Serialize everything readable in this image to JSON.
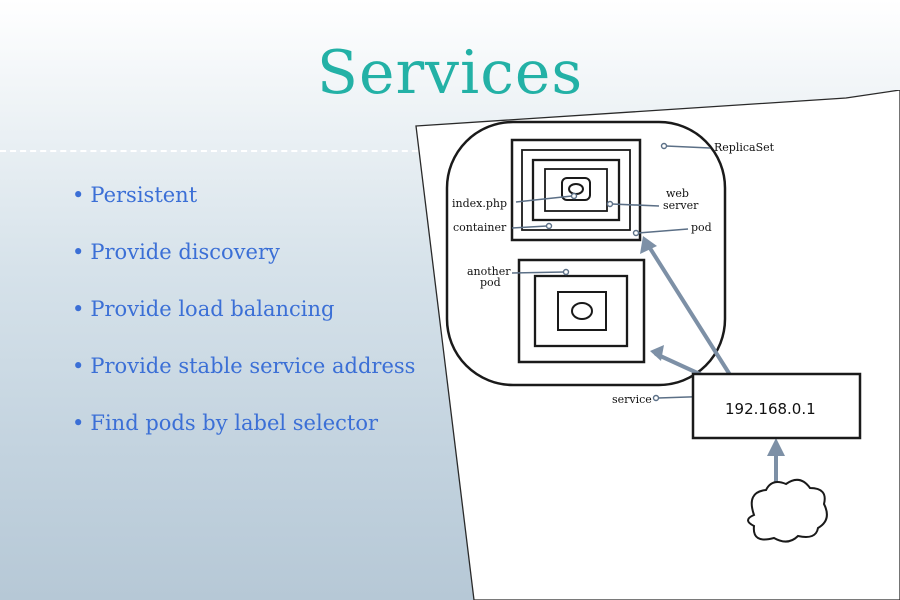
{
  "slide": {
    "title": "Services",
    "bullets": [
      "Persistent",
      "Provide discovery",
      "Provide load balancing",
      "Provide stable service address",
      "Find pods by label selector"
    ]
  },
  "diagram": {
    "labels": {
      "replicaset": "ReplicaSet",
      "index_php": "index.php",
      "container": "container",
      "web": "web",
      "server": "server",
      "pod": "pod",
      "another": "another",
      "another_pod": "pod",
      "service": "service",
      "ip": "192.168.0.1"
    }
  },
  "colors": {
    "title": "#23b1a6",
    "bullet_text": "#3b6fd6",
    "arrow": "#7d90a6"
  }
}
